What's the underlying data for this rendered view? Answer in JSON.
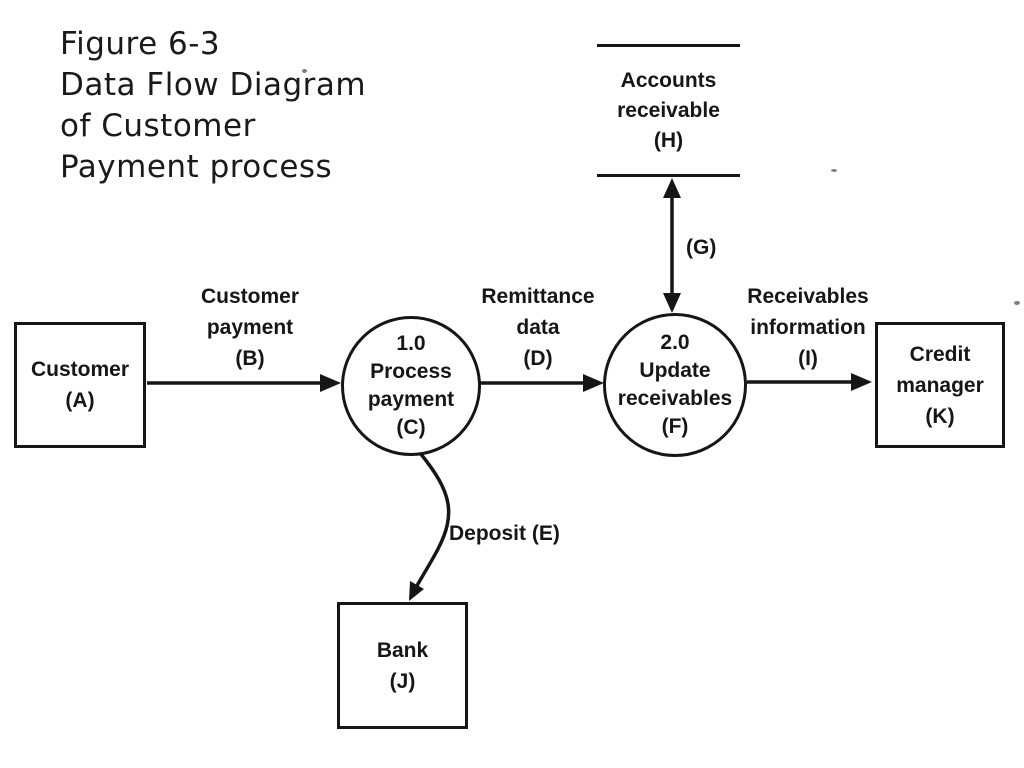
{
  "title": {
    "lines": [
      "Figure 6-3",
      "Data Flow Diagram",
      "of Customer",
      "Payment process"
    ]
  },
  "diagram": {
    "data_store": {
      "accounts_receivable": {
        "lines": [
          "Accounts",
          "receivable",
          "(H)"
        ]
      }
    },
    "external_entities": {
      "customer": {
        "lines": [
          "Customer",
          "(A)"
        ]
      },
      "credit_manager": {
        "lines": [
          "Credit",
          "manager",
          "(K)"
        ]
      },
      "bank": {
        "lines": [
          "Bank",
          "(J)"
        ]
      }
    },
    "processes": {
      "process_payment": {
        "lines": [
          "1.0",
          "Process",
          "payment",
          "(C)"
        ]
      },
      "update_receivables": {
        "lines": [
          "2.0",
          "Update",
          "receivables",
          "(F)"
        ]
      }
    },
    "flows": {
      "customer_payment": {
        "lines": [
          "Customer",
          "payment",
          "(B)"
        ]
      },
      "remittance_data": {
        "lines": [
          "Remittance",
          "data",
          "(D)"
        ]
      },
      "receivables_information": {
        "lines": [
          "Receivables",
          "information",
          "(I)"
        ]
      },
      "ledger_update": {
        "label": "(G)"
      },
      "deposit": {
        "label": "Deposit (E)"
      }
    },
    "colors": {
      "ink": "#161616",
      "background": "#ffffff"
    }
  }
}
